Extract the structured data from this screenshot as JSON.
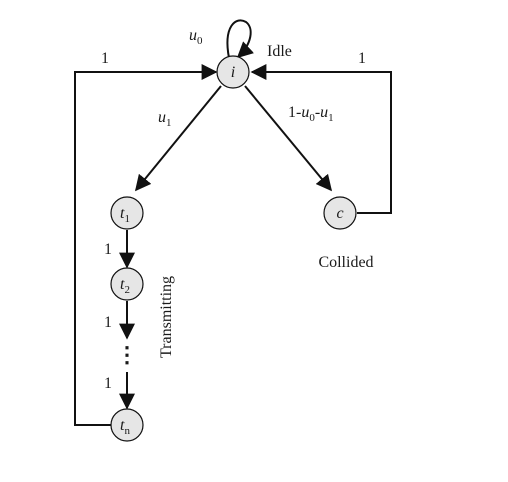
{
  "diagram": {
    "nodes": {
      "i": {
        "label": "i"
      },
      "t1": {
        "label": "t",
        "sub": "1"
      },
      "t2": {
        "label": "t",
        "sub": "2"
      },
      "tn": {
        "label": "t",
        "sub": "n"
      },
      "c": {
        "label": "c"
      }
    },
    "ellipsis": "⋮",
    "state_labels": {
      "idle": "Idle",
      "collided": "Collided",
      "transmitting": "Transmitting"
    },
    "edge_labels": {
      "self_loop": {
        "var": "u",
        "sub": "0"
      },
      "i_to_t1": {
        "var": "u",
        "sub": "1"
      },
      "i_to_c": {
        "pre": "1-",
        "var1": "u",
        "sub1": "0",
        "mid": "-",
        "var2": "u",
        "sub2": "1"
      },
      "tn_to_i": "1",
      "c_to_i": "1",
      "t1_to_t2": "1",
      "t2_to_dots": "1",
      "dots_to_tn": "1"
    }
  }
}
